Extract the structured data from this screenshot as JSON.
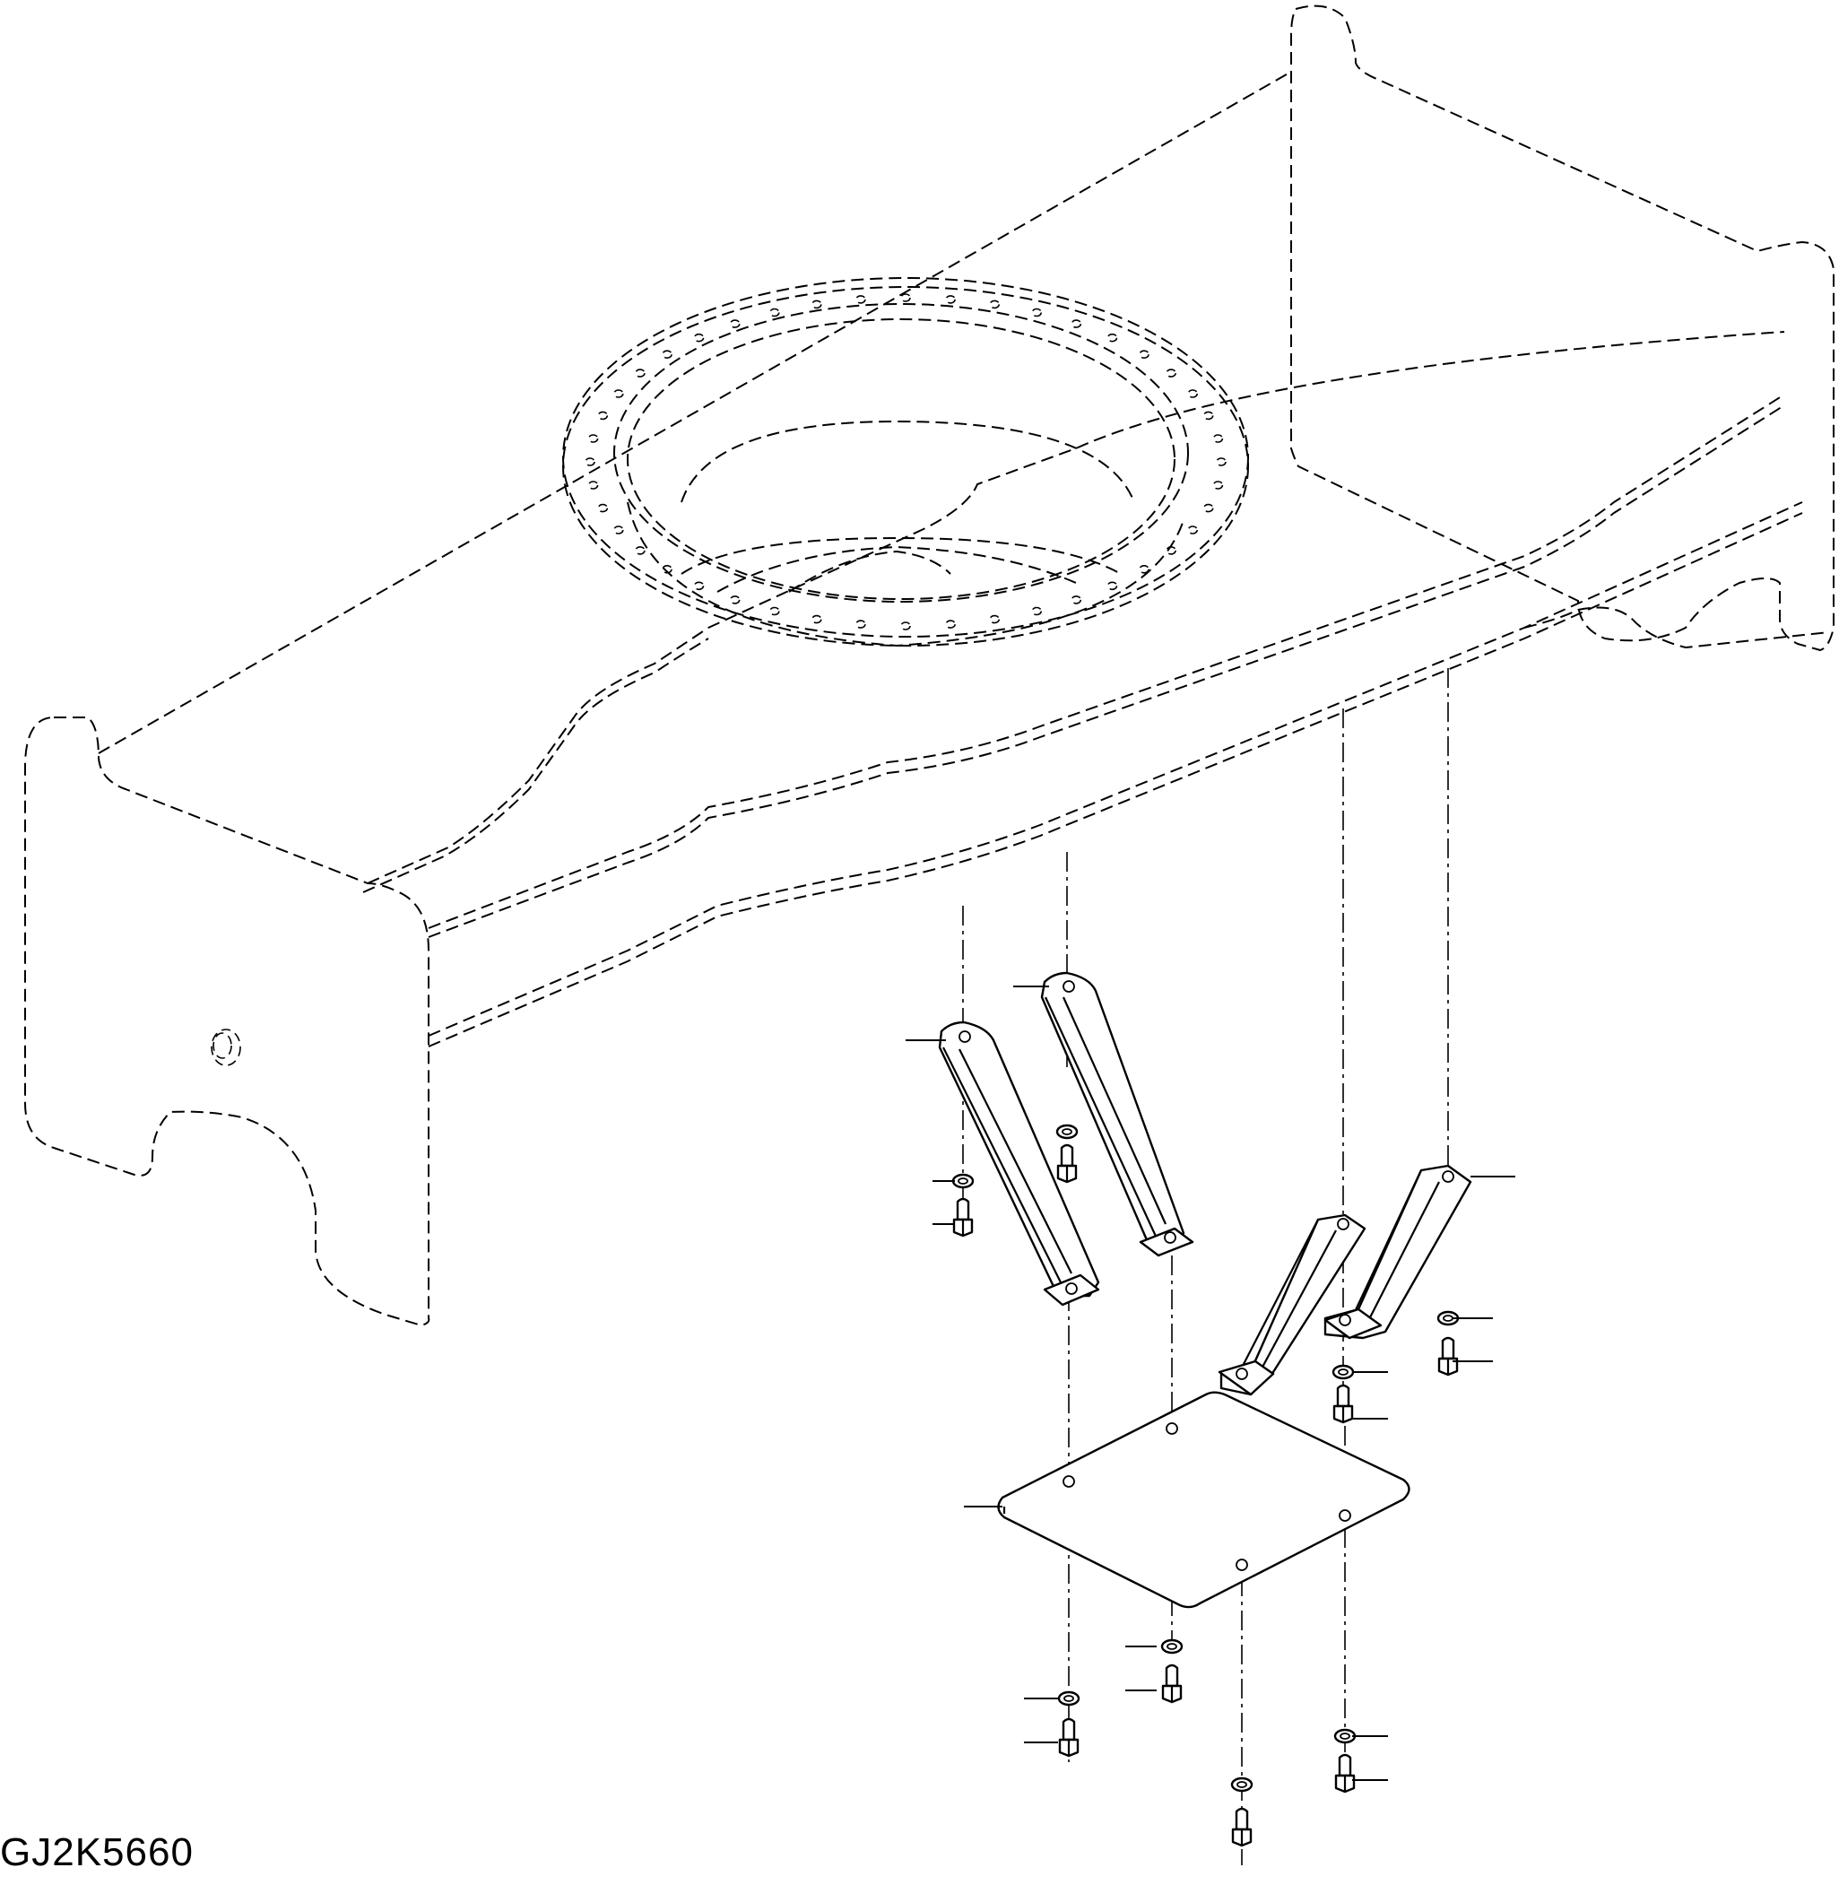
{
  "drawing_code": "GJ2K5660",
  "parts": {
    "frame": "frame-ghost",
    "brackets": [
      "bracket-front-left",
      "bracket-front-right",
      "bracket-rear-left",
      "bracket-rear-right"
    ],
    "plate": "mounting-plate",
    "fasteners": "bolt-washer-sets"
  }
}
